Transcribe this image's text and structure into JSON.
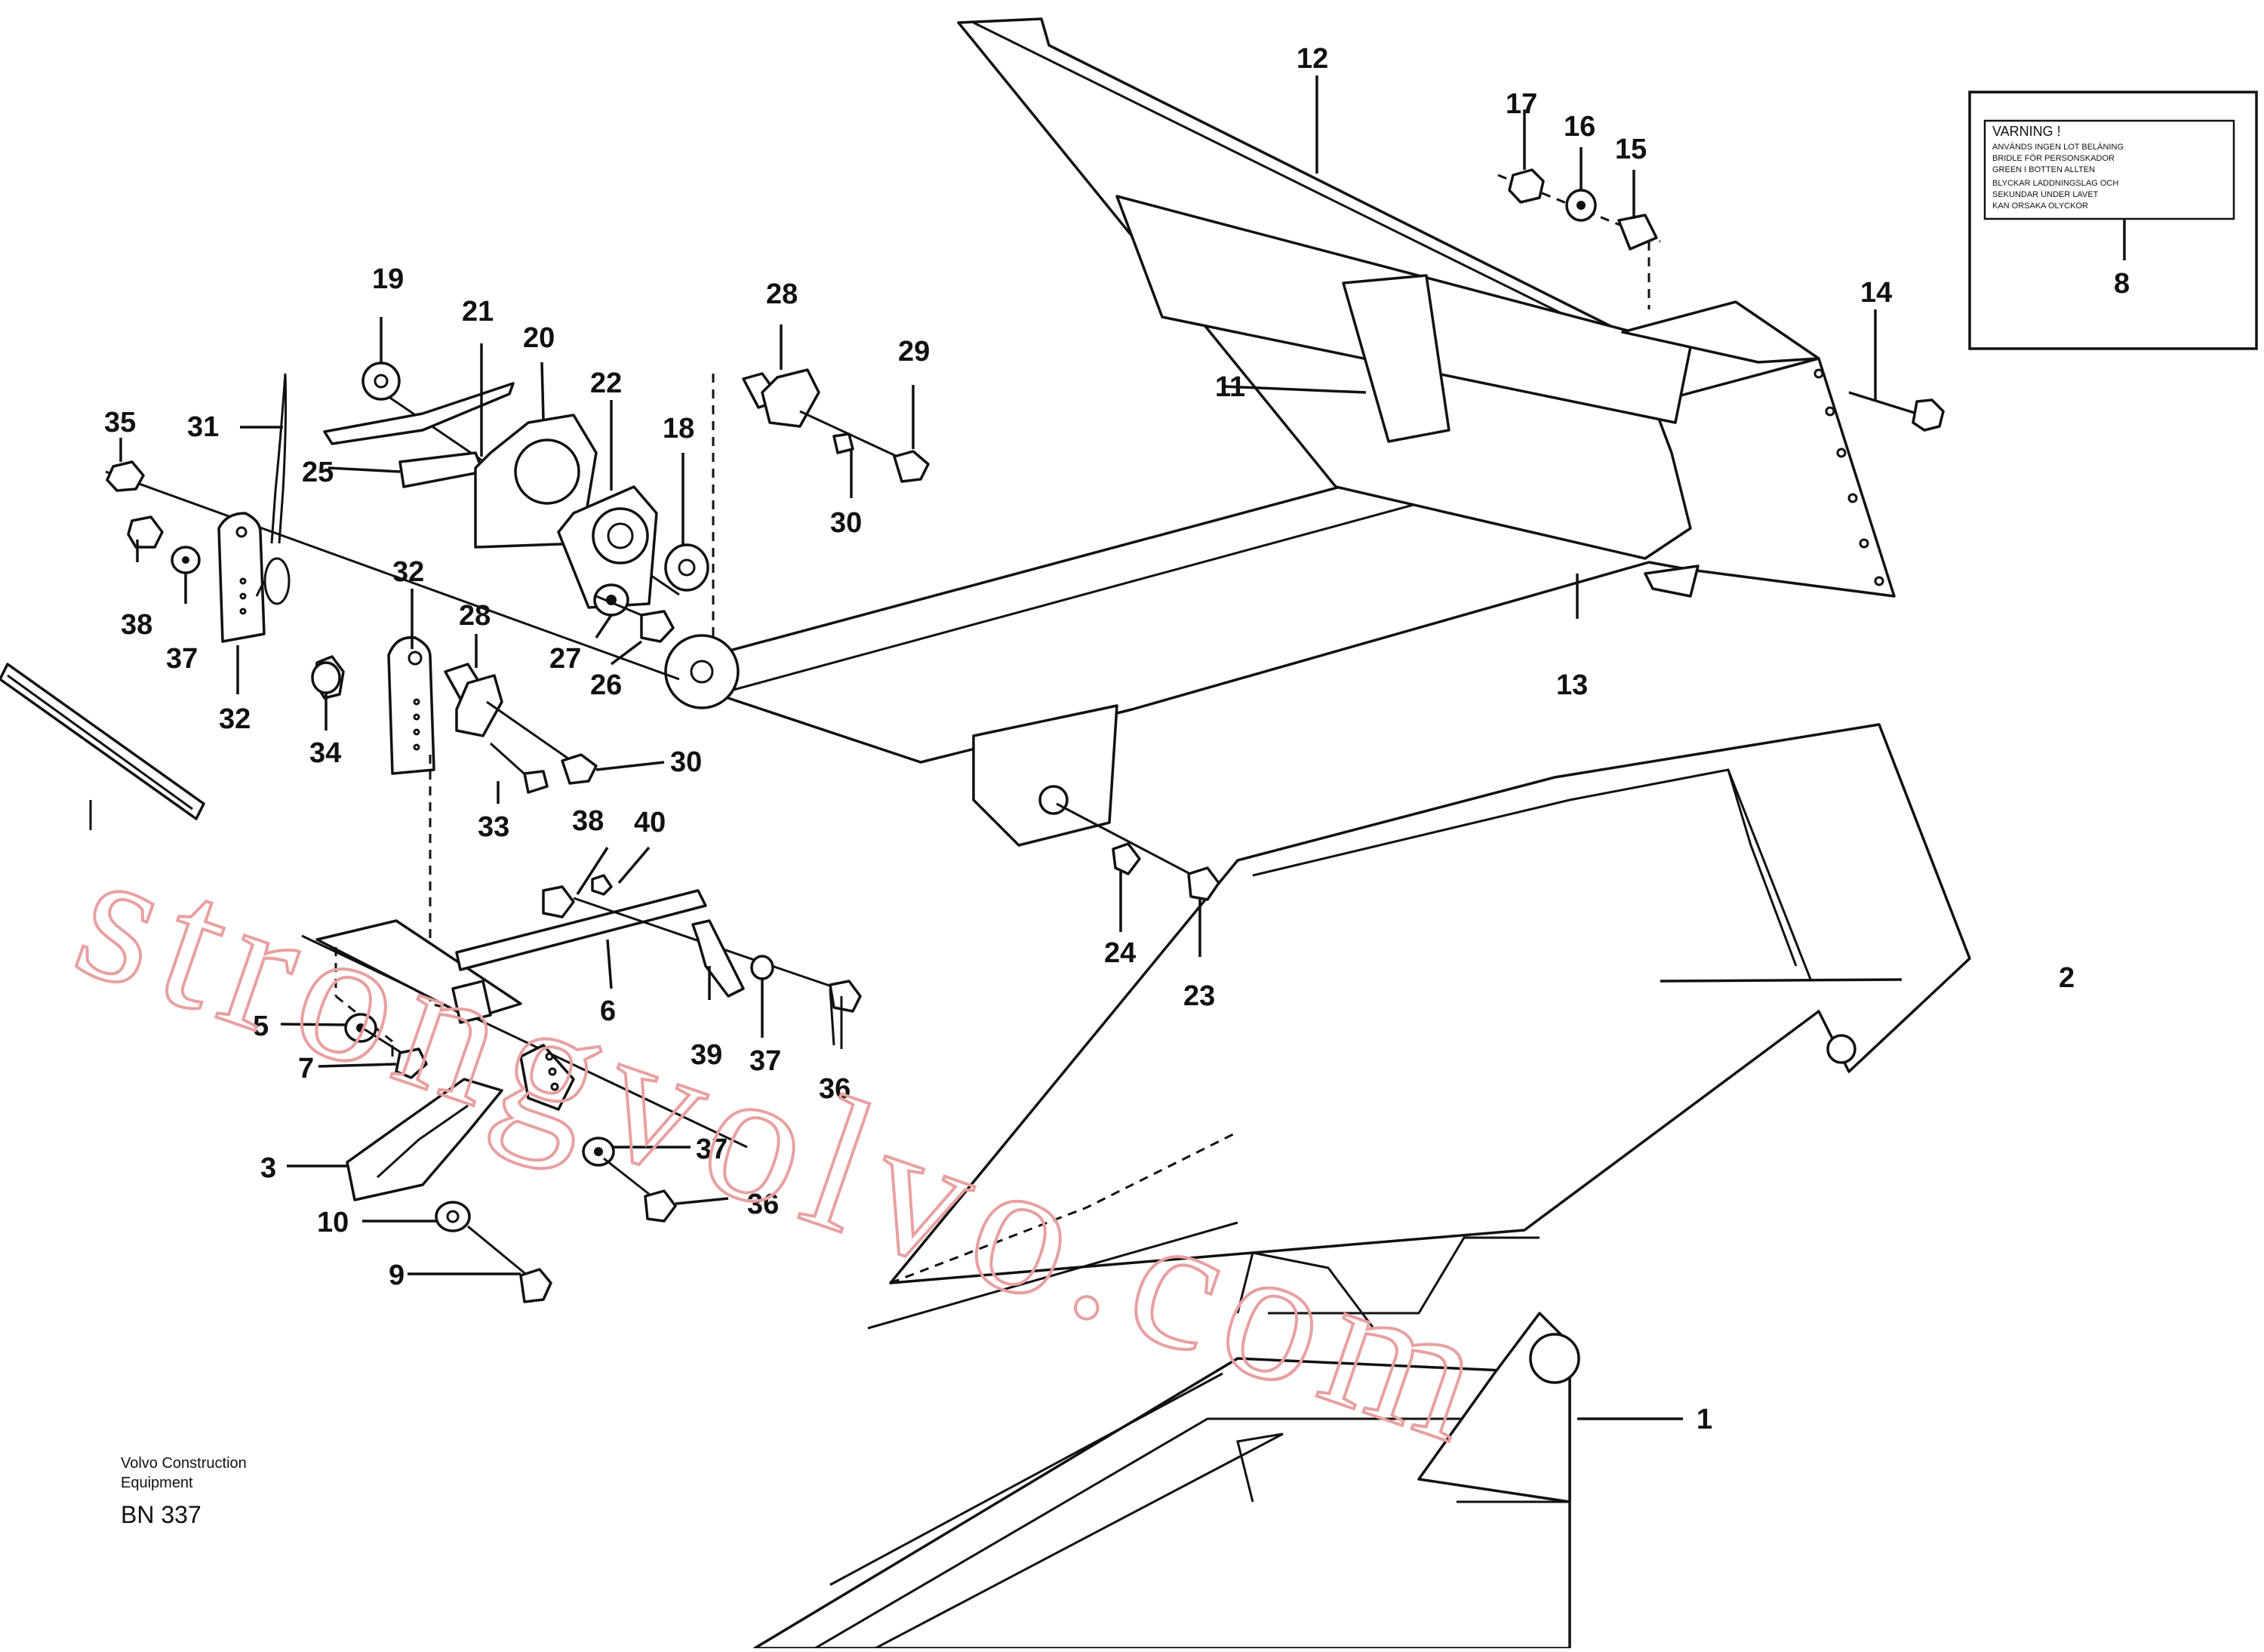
{
  "callouts": {
    "c1": "1",
    "c2": "2",
    "c3": "3",
    "c5": "5",
    "c6": "6",
    "c7": "7",
    "c8": "8",
    "c9": "9",
    "c10": "10",
    "c11": "11",
    "c12": "12",
    "c13": "13",
    "c14": "14",
    "c15": "15",
    "c16": "16",
    "c17": "17",
    "c18": "18",
    "c19": "19",
    "c20": "20",
    "c21": "21",
    "c22": "22",
    "c23": "23",
    "c24": "24",
    "c25": "25",
    "c26": "26",
    "c27": "27",
    "c28a": "28",
    "c28b": "28",
    "c29": "29",
    "c30a": "30",
    "c30b": "30",
    "c31": "31",
    "c32a": "32",
    "c32b": "32",
    "c33": "33",
    "c34": "34",
    "c35": "35",
    "c36a": "36",
    "c36b": "36",
    "c37a": "37",
    "c37b": "37",
    "c37c": "37",
    "c38a": "38",
    "c38b": "38",
    "c39": "39",
    "c40": "40"
  },
  "warning_label": {
    "heading": "VARNING !",
    "line1": "ANVÄNDS INGEN LOT BELÄNING",
    "line2": "BRIDLE FÖR PERSONSKADOR",
    "line3": "GREEN I BOTTEN ALLTEN",
    "line4": "BLYCKAR LADDNINGSLAG OCH",
    "line5": "SEKUNDAR UNDER LAVET",
    "line6": "KAN ORSAKA OLYCKOR"
  },
  "footer": {
    "company_line1": "Volvo Construction",
    "company_line2": "Equipment",
    "code": "BN 337"
  },
  "watermark": "strongvolvo.com"
}
